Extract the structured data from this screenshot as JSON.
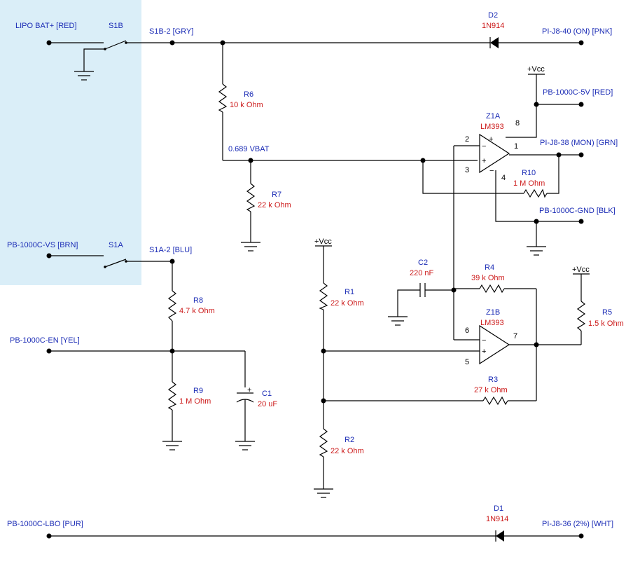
{
  "colors": {
    "highlight": "#daeef8",
    "wire": "#000000",
    "ref_text": "#1a2bb5",
    "value_text": "#cc1a1a"
  },
  "labels": {
    "lipo": "LIPO BAT+ [RED]",
    "s1b": "S1B",
    "s1b2": "S1B-2 [GRY]",
    "d2_ref": "D2",
    "d2_val": "1N914",
    "pij840": "PI-J8-40 (ON) [PNK]",
    "vcc": "+Vcc",
    "pb5v": "PB-1000C-5V [RED]",
    "r6_ref": "R6",
    "r6_val": "10 k Ohm",
    "z1a_ref": "Z1A",
    "z1a_val": "LM393",
    "pin8": "8",
    "pin2": "2",
    "pin1": "1",
    "pin3": "3",
    "pin4": "4",
    "vbat": "0.689 VBAT",
    "pij838": "PI-J8-38 (MON) [GRN]",
    "r10_ref": "R10",
    "r10_val": "1 M Ohm",
    "r7_ref": "R7",
    "r7_val": "22 k Ohm",
    "pbgnd": "PB-1000C-GND [BLK]",
    "pbvs": "PB-1000C-VS [BRN]",
    "s1a": "S1A",
    "s1a2": "S1A-2 [BLU]",
    "c2_ref": "C2",
    "c2_val": "220 nF",
    "r4_ref": "R4",
    "r4_val": "39 k Ohm",
    "r1_ref": "R1",
    "r1_val": "22 k Ohm",
    "r8_ref": "R8",
    "r8_val": "4.7 k Ohm",
    "r5_ref": "R5",
    "r5_val": "1.5 k Ohm",
    "z1b_ref": "Z1B",
    "z1b_val": "LM393",
    "pin6": "6",
    "pin7": "7",
    "pin5": "5",
    "pben": "PB-1000C-EN [YEL]",
    "c1_ref": "C1",
    "c1_val": "20 uF",
    "r9_ref": "R9",
    "r9_val": "1 M Ohm",
    "r3_ref": "R3",
    "r3_val": "27 k Ohm",
    "r2_ref": "R2",
    "r2_val": "22 k Ohm",
    "d1_ref": "D1",
    "d1_val": "1N914",
    "pblbo": "PB-1000C-LBO [PUR]",
    "pij836": "PI-J8-36 (2%) [WHT]"
  }
}
